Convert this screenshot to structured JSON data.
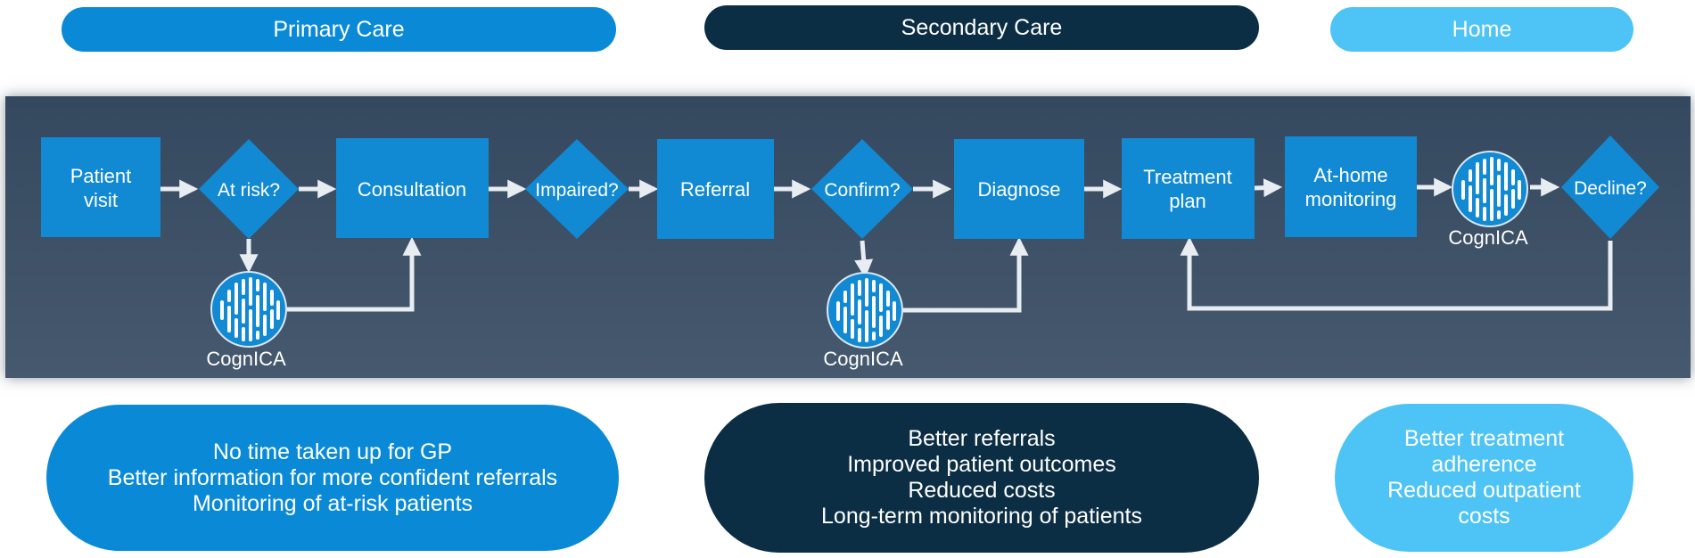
{
  "headers": {
    "primary": "Primary Care",
    "secondary": "Secondary Care",
    "home": "Home"
  },
  "nodes": {
    "patient_visit": [
      "Patient",
      "visit"
    ],
    "at_risk": "At risk?",
    "consultation": "Consultation",
    "impaired": "Impaired?",
    "referral": "Referral",
    "confirm": "Confirm?",
    "diagnose": "Diagnose",
    "treatment_plan": [
      "Treatment",
      "plan"
    ],
    "at_home_monitoring": [
      "At-home",
      "monitoring"
    ],
    "decline": "Decline?"
  },
  "cognica_label": "CognICA",
  "benefits": {
    "primary": [
      "No time taken up for GP",
      "Better information for more confident referrals",
      "Monitoring of at-risk patients"
    ],
    "secondary": [
      "Better referrals",
      "Improved patient outcomes",
      "Reduced costs",
      "Long-term monitoring of patients"
    ],
    "home": [
      "Better treatment",
      "adherence",
      "Reduced outpatient",
      "costs"
    ]
  },
  "colors": {
    "primary": "#0a8ad6",
    "secondary": "#0b2e45",
    "home": "#4ec3f5",
    "node": "#1189d3",
    "band": "#3d5166",
    "arrow": "#e8edf2"
  }
}
